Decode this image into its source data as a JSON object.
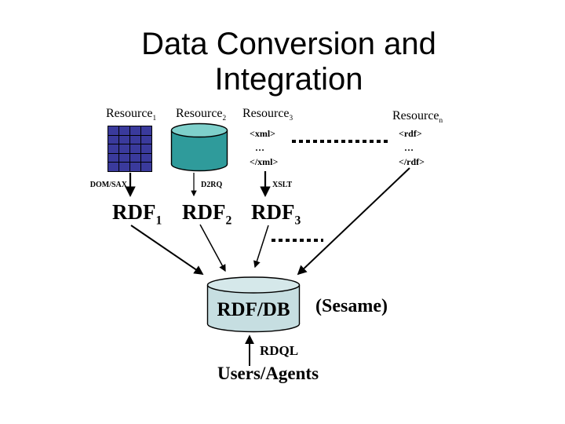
{
  "slide": {
    "title_line1": "Data Conversion and",
    "title_line2": "Integration"
  },
  "resources": [
    {
      "base": "Resource",
      "sub": "1"
    },
    {
      "base": "Resource",
      "sub": "2"
    },
    {
      "base": "Resource",
      "sub": "3"
    },
    {
      "base": "Resource",
      "sub": "n"
    }
  ],
  "xml_snippet": {
    "open": "<xml>",
    "dots": "…",
    "close": "</xml>"
  },
  "rdf_snippet": {
    "open": "<rdf>",
    "dots": "…",
    "close": "</rdf>"
  },
  "converters": [
    {
      "label": "DOM/SAX"
    },
    {
      "label": "D2RQ"
    },
    {
      "label": "XSLT"
    }
  ],
  "rdf_outputs": [
    {
      "base": "RDF",
      "sub": "1"
    },
    {
      "base": "RDF",
      "sub": "2"
    },
    {
      "base": "RDF",
      "sub": "3"
    }
  ],
  "store": {
    "label": "RDF/DB",
    "engine": "(Sesame)"
  },
  "query_language": "RDQL",
  "users_label": "Users/Agents",
  "icons": {
    "resource1": "data-table-grid-icon",
    "resource2": "database-cylinder-icon",
    "rdf_store": "database-cylinder-icon"
  },
  "colors": {
    "background": "#FFFFFF",
    "grid_blue": "#3A3A9C",
    "cylinder_teal": "#2F9B9B",
    "cylinder_teal_top": "#7ED0CB",
    "store_fill": "#C6DEE1",
    "store_top": "#D5E8EA",
    "line_black": "#000000"
  }
}
